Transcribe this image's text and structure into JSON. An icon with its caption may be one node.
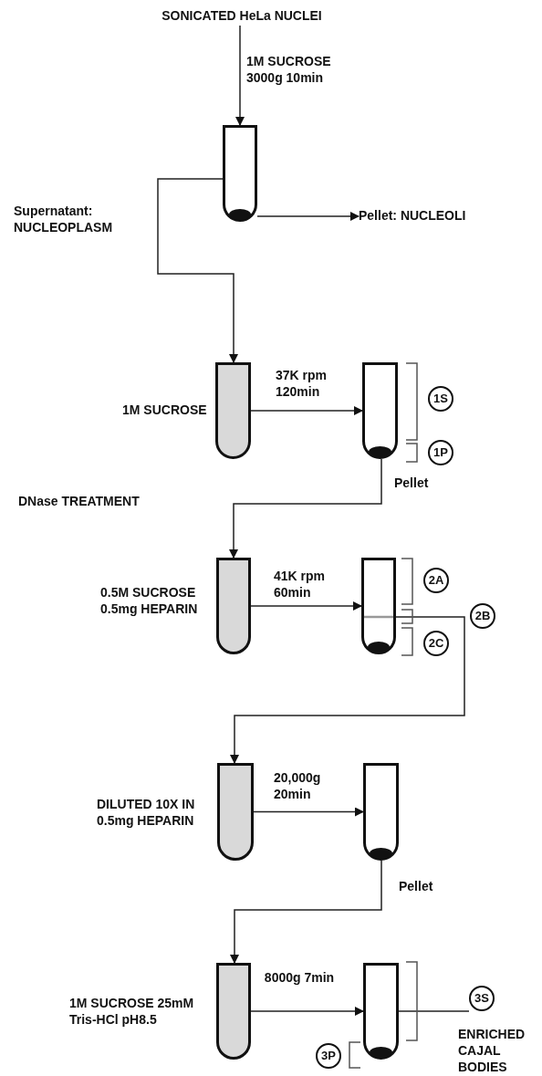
{
  "diagram": {
    "nodes": [
      {
        "text": [
          "SONICATED HeLa NUCLEI"
        ]
      },
      {
        "text": [],
        "shape": "tube"
      },
      {
        "text": [
          "Pellet: NUCLEOLI"
        ]
      },
      {
        "text": [],
        "shape": "tube",
        "beside": [
          "1M SUCROSE"
        ]
      },
      {
        "text": [],
        "shape": "tube"
      },
      {
        "text": [
          "1S"
        ]
      },
      {
        "text": [
          "1P"
        ]
      },
      {
        "text": [],
        "shape": "tube",
        "beside": [
          "0.5M SUCROSE 0.5mg HEPARIN"
        ]
      },
      {
        "text": [],
        "shape": "tube"
      },
      {
        "text": [
          "2A"
        ]
      },
      {
        "text": [
          "2B"
        ]
      },
      {
        "text": [
          "2C"
        ]
      },
      {
        "text": [],
        "shape": "tube",
        "beside": [
          "DILUTED 10X IN 0.5mg HEPARIN"
        ]
      },
      {
        "text": [],
        "shape": "tube"
      },
      {
        "text": [],
        "shape": "tube",
        "beside": [
          "1M SUCROSE 25mM Tris-HCl pH8.5"
        ]
      },
      {
        "text": [],
        "shape": "tube"
      },
      {
        "text": [
          "3S"
        ],
        "beside": [
          "ENRICHED CAJAL BODIES"
        ]
      },
      {
        "text": [
          "3P"
        ]
      }
    ],
    "edges": [
      {
        "from": 0,
        "to": 1,
        "arrow": "to",
        "label": "1M SUCROSE 3000g 10min"
      },
      {
        "from": 1,
        "to": 2,
        "arrow": "to"
      },
      {
        "from": 1,
        "to": 3,
        "arrow": "to",
        "label": "Supernatant: NUCLEOPLASM"
      },
      {
        "from": 3,
        "to": 4,
        "arrow": "to",
        "label": "37K rpm 120min"
      },
      {
        "from": 4,
        "to": 7,
        "arrow": "to",
        "label": "Pellet"
      },
      {
        "from": 7,
        "to": 8,
        "arrow": "to",
        "label": "41K rpm 60min"
      },
      {
        "from": 8,
        "to": 12,
        "arrow": "to"
      },
      {
        "from": 12,
        "to": 13,
        "arrow": "to",
        "label": "20,000g 20min"
      },
      {
        "from": 13,
        "to": 14,
        "arrow": "to",
        "label": "Pellet"
      },
      {
        "from": 14,
        "to": 15,
        "arrow": "to",
        "label": "8000g 7min"
      },
      {
        "from": 16,
        "to": 15,
        "arrow": "none"
      }
    ],
    "labels": [
      "DNase TREATMENT"
    ]
  }
}
